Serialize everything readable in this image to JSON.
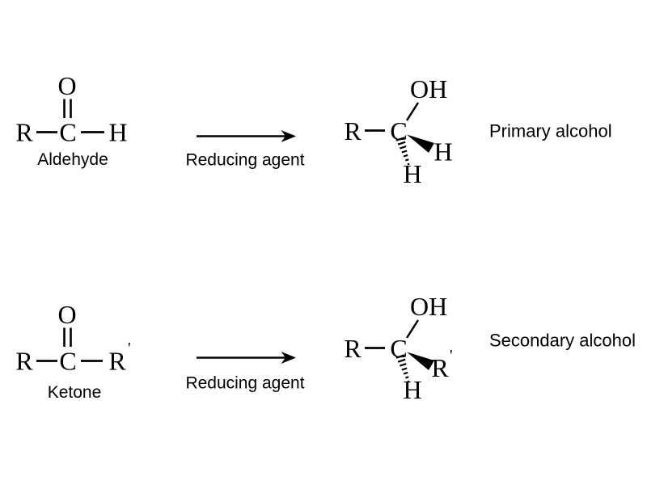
{
  "colors": {
    "background": "#ffffff",
    "ink": "#000000"
  },
  "reactions": [
    {
      "reactant": {
        "label": "Aldehyde",
        "atom_o": "O",
        "atom_r": "R",
        "atom_c": "C",
        "atom_right": "H"
      },
      "arrow_label": "Reducing agent",
      "product": {
        "label": "Primary alcohol",
        "atom_r": "R",
        "atom_c": "C",
        "atom_oh": "OH",
        "wedge_atom": "H",
        "hash_atom": "H"
      }
    },
    {
      "reactant": {
        "label": "Ketone",
        "atom_o": "O",
        "atom_r": "R",
        "atom_c": "C",
        "atom_right": "R",
        "atom_right_prime": "'"
      },
      "arrow_label": "Reducing agent",
      "product": {
        "label": "Secondary alcohol",
        "atom_r": "R",
        "atom_c": "C",
        "atom_oh": "OH",
        "wedge_atom": "R",
        "wedge_prime": "'",
        "hash_atom": "H"
      }
    }
  ]
}
